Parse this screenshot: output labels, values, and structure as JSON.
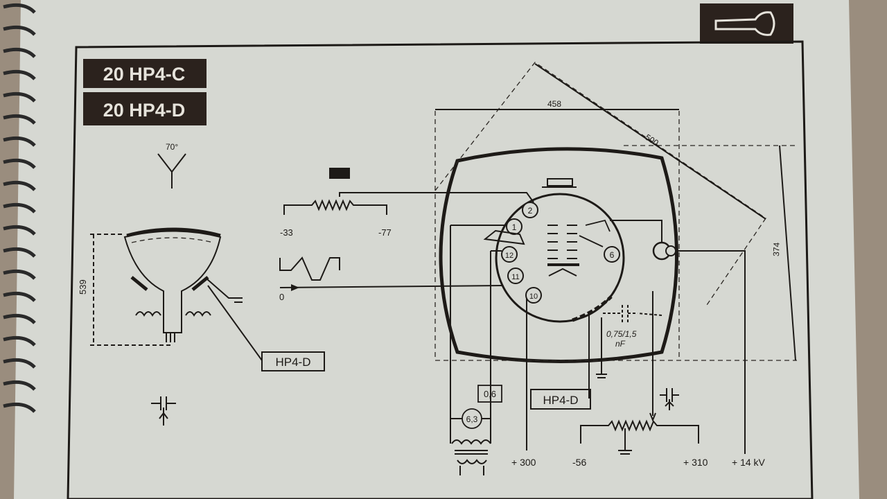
{
  "titles": [
    "20 HP4-C",
    "20 HP4-D"
  ],
  "deflection_angle": "70°",
  "dimensions": {
    "width": "458",
    "diagonal": "500",
    "height": "374",
    "depth": "539"
  },
  "voltages": {
    "grid_neg_a": "-33",
    "grid_neg_b": "-77",
    "cathode_signal": "0",
    "focus_a": "+ 300",
    "focus_neg": "-56",
    "focus_pos": "+ 310",
    "anode": "+ 14 kV"
  },
  "pins": [
    "2",
    "1",
    "12",
    "11",
    "10",
    "6"
  ],
  "heater": {
    "voltage": "6,3",
    "current": "0,6"
  },
  "capacitance": {
    "value": "0,75/1,5",
    "unit": "nF"
  },
  "variant_labels": [
    "HP4-D",
    "HP4-D"
  ],
  "colors": {
    "paper": "#d6d8d2",
    "ink": "#1d1a17",
    "title_bg": "#2b221d"
  }
}
